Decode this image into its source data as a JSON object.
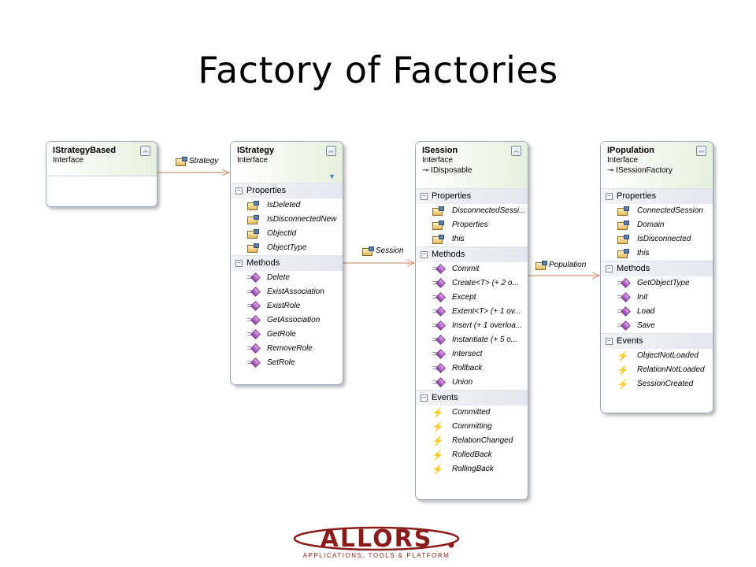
{
  "title": "Factory of Factories",
  "boxes": {
    "istrategybased": {
      "name": "IStrategyBased",
      "stereotype": "Interface"
    },
    "istrategy": {
      "name": "IStrategy",
      "stereotype": "Interface",
      "properties_label": "Properties",
      "properties": [
        "IsDeleted",
        "IsDisconnectedNew",
        "ObjectId",
        "ObjectType"
      ],
      "methods_label": "Methods",
      "methods": [
        "Delete",
        "ExistAssociation",
        "ExistRole",
        "GetAssociation",
        "GetRole",
        "RemoveRole",
        "SetRole"
      ]
    },
    "isession": {
      "name": "ISession",
      "stereotype": "Interface",
      "implements": "IDisposable",
      "properties_label": "Properties",
      "properties": [
        "DisconnectedSessi...",
        "Properties",
        "this"
      ],
      "methods_label": "Methods",
      "methods": [
        "Commit",
        "Create<T> (+ 2 o...",
        "Except",
        "Extent<T> (+ 1 ov...",
        "Insert (+ 1 overloa...",
        "Instantiate (+ 5 o...",
        "Intersect",
        "Rollback",
        "Union"
      ],
      "events_label": "Events",
      "events": [
        "Committed",
        "Committing",
        "RelationChanged",
        "RolledBack",
        "RollingBack"
      ]
    },
    "ipopulation": {
      "name": "IPopulation",
      "stereotype": "Interface",
      "implements": "ISessionFactory",
      "properties_label": "Properties",
      "properties": [
        "ConnectedSession",
        "Domain",
        "IsDisconnected",
        "this"
      ],
      "methods_label": "Methods",
      "methods": [
        "GetObjectType",
        "Init",
        "Load",
        "Save"
      ],
      "events_label": "Events",
      "events": [
        "ObjectNotLoaded",
        "RelationNotLoaded",
        "SessionCreated"
      ]
    }
  },
  "associations": {
    "strategy": "Strategy",
    "session": "Session",
    "population": "Population"
  },
  "logo": {
    "brand": "ALLORS",
    "tagline": "APPLICATIONS, TOOLS & PLATFORM"
  },
  "colors": {
    "connector": "#d9967a",
    "logo_red": "#8b1a1a",
    "header_green": "#e6f0dd"
  }
}
